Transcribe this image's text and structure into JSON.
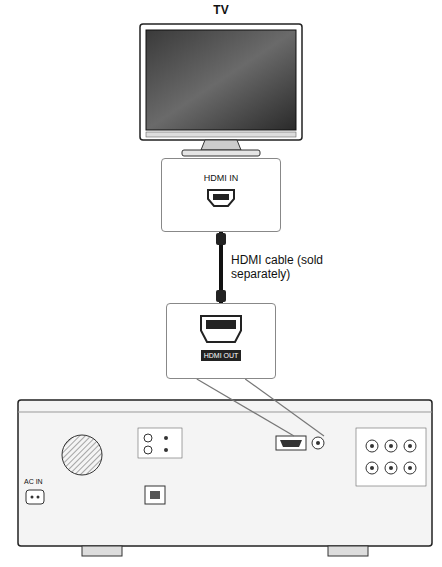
{
  "diagram": {
    "nodes": [
      {
        "text": [
          "TV"
        ]
      },
      {
        "text": [
          "HDMI IN"
        ]
      },
      {
        "text": [
          "HDMI OUT"
        ]
      },
      {
        "text": [
          "AC IN"
        ]
      }
    ],
    "edges": [
      {
        "from": 1,
        "to": 2,
        "label": "HDMI cable (sold separately)",
        "arrow": "none"
      },
      {
        "from": 2,
        "to": 3,
        "arrow": "none"
      }
    ]
  }
}
